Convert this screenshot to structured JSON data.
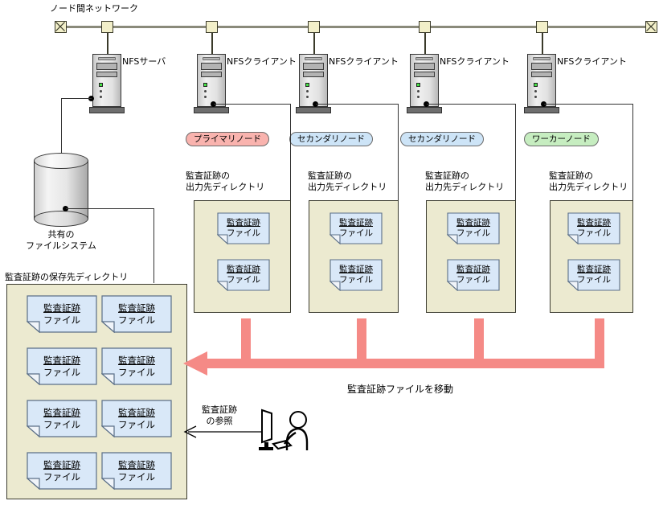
{
  "diagram": {
    "network_label": "ノード間ネットワーク",
    "move_label": "監査証跡ファイルを移動",
    "reference_label": "監査証跡\nの参照",
    "shared_fs_label": "共有の\nファイルシステム",
    "storage_dir_label": "監査証跡の保存先ディレクトリ",
    "output_dir_label": "監査証跡の\n出力先ディレクトリ",
    "file_label_line1": "監査証跡",
    "file_label_line2": "ファイル"
  },
  "colors": {
    "primary_node": "#f9b3ae",
    "secondary_node": "#cde4f7",
    "worker_node": "#c6edc0",
    "dir_box": "#ecead0",
    "file_icon": "#d9e8f8",
    "red_arrow": "#f58a86",
    "bus": "#8a8a7a",
    "bus_node": "#f2efc9"
  },
  "nodes": [
    {
      "id": "nfs-server",
      "type_label": "NFSサーバ",
      "role_label": null,
      "role_color": null
    },
    {
      "id": "nfs-client-1",
      "type_label": "NFSクライアント",
      "role_label": "プライマリノード",
      "role_color": "#f9b3ae"
    },
    {
      "id": "nfs-client-2",
      "type_label": "NFSクライアント",
      "role_label": "セカンダリノード",
      "role_color": "#cde4f7"
    },
    {
      "id": "nfs-client-3",
      "type_label": "NFSクライアント",
      "role_label": "セカンダリノード",
      "role_color": "#cde4f7"
    },
    {
      "id": "nfs-client-4",
      "type_label": "NFSクライアント",
      "role_label": "ワーカーノード",
      "role_color": "#c6edc0"
    }
  ],
  "output_dirs": [
    {
      "id": "output-dir-1",
      "title": "監査証跡の\n出力先ディレクトリ",
      "file_count": 2
    },
    {
      "id": "output-dir-2",
      "title": "監査証跡の\n出力先ディレクトリ",
      "file_count": 2
    },
    {
      "id": "output-dir-3",
      "title": "監査証跡の\n出力先ディレクトリ",
      "file_count": 2
    },
    {
      "id": "output-dir-4",
      "title": "監査証跡の\n出力先ディレクトリ",
      "file_count": 2
    }
  ],
  "storage_dir": {
    "title": "監査証跡の保存先ディレクトリ",
    "file_count": 8,
    "columns": 2,
    "rows": 4
  }
}
